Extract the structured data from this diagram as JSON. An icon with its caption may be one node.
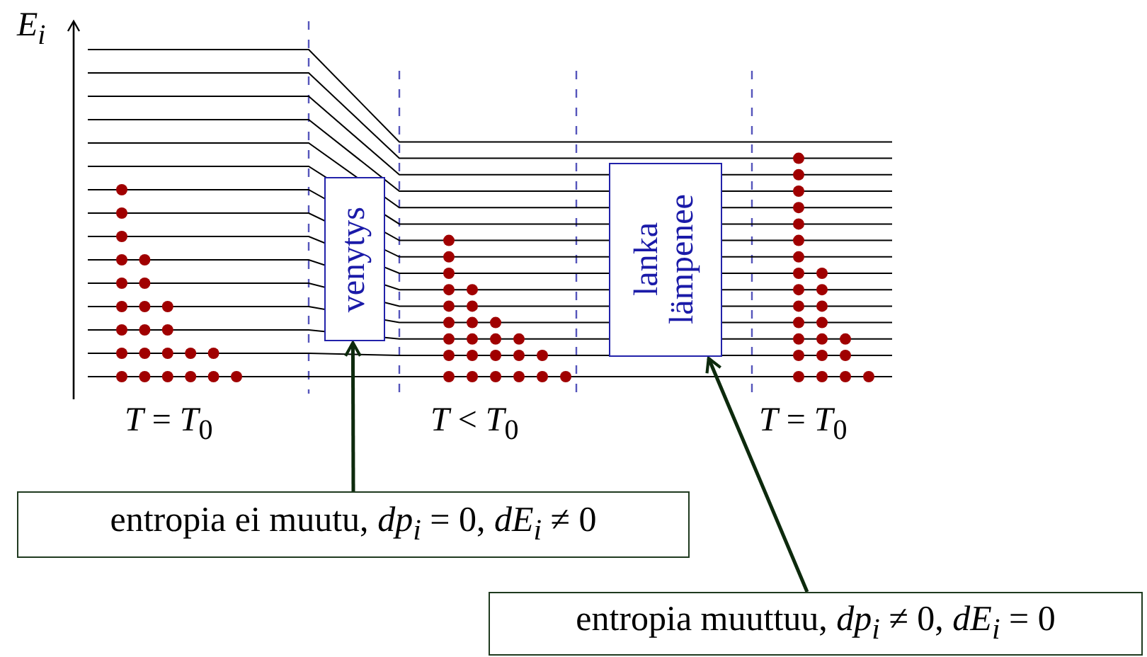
{
  "diagram": {
    "nodes": [
      {
        "text": [
          "venytys"
        ]
      },
      {
        "text": [
          "lanka lämpenee"
        ]
      },
      {
        "text": [
          "entropia ei muutu, *dp*$_{i}$ = 0, *dE*$_{i}$ ≠ 0"
        ]
      },
      {
        "text": [
          "entropia muuttuu, *dp*$_{i}$ ≠ 0, *dE*$_{i}$ = 0"
        ]
      }
    ],
    "edges": [
      {
        "from": 2,
        "to": 0,
        "arrow": "to"
      },
      {
        "from": 3,
        "to": 1,
        "arrow": "to"
      }
    ],
    "labels": [
      "*E*$_{i}$",
      "*T* = *T*$_{0}$",
      "*T* < *T*$_{0}$",
      "*T* = *T*$_{0}$"
    ]
  }
}
